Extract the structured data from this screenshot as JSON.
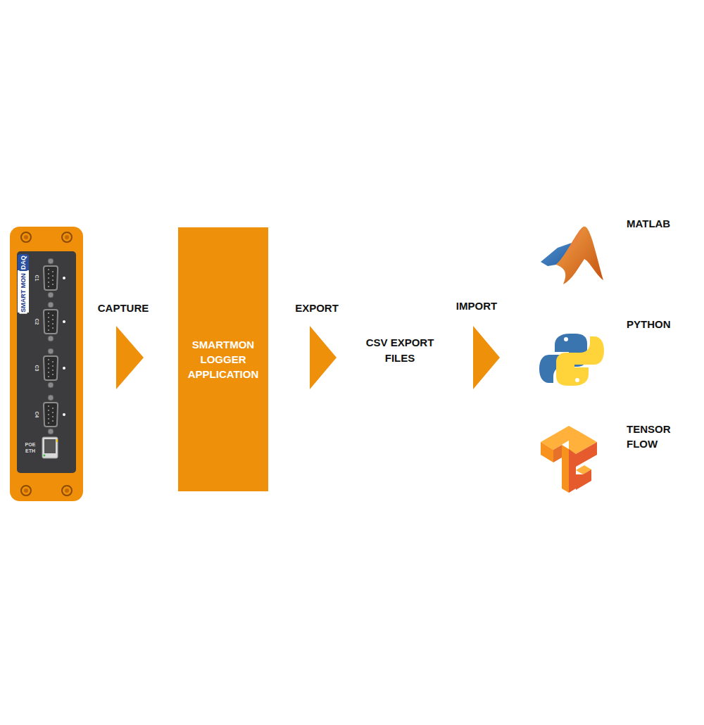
{
  "diagram": {
    "nodes": [
      {
        "text": [
          "SMARTMON LOGGER APPLICATION"
        ]
      }
    ],
    "labels": [
      "SMART MON",
      "DAQ",
      "C1",
      "C2",
      "C3",
      "C4",
      "POE",
      "ETH",
      "CAPTURE",
      "EXPORT",
      "CSV EXPORT FILES",
      "IMPORT",
      "MATLAB",
      "PYTHON",
      "TENSOR FLOW"
    ]
  }
}
